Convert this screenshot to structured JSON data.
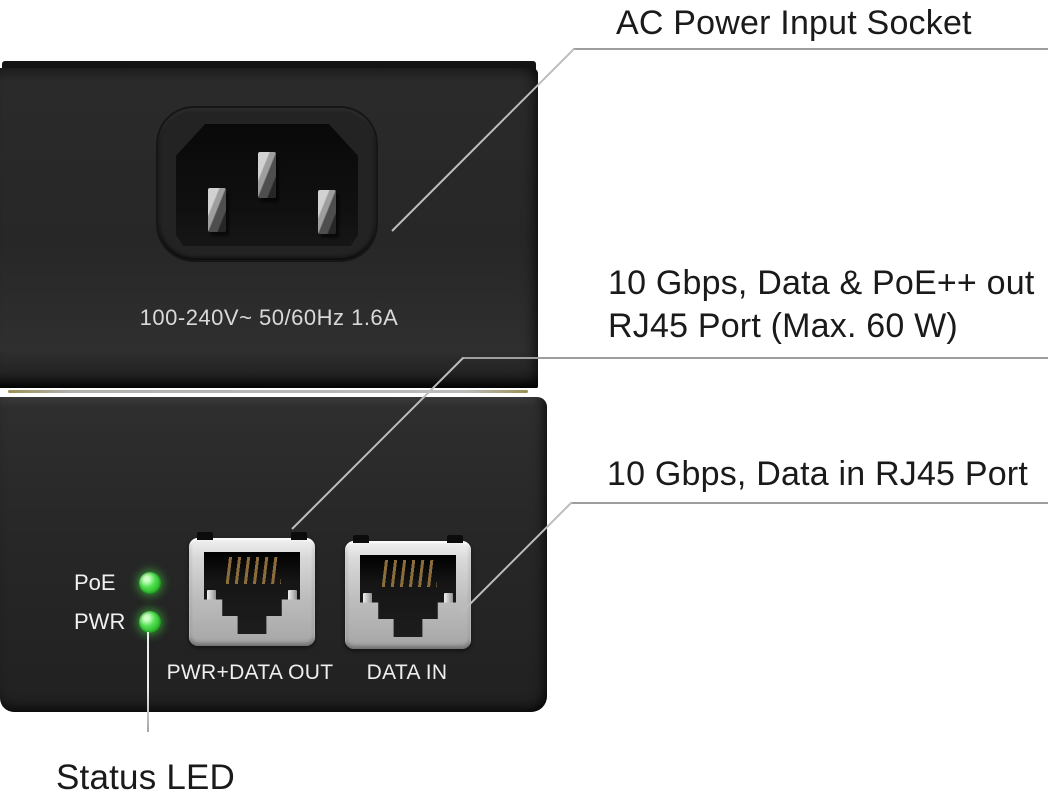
{
  "annotations": {
    "ac_socket": {
      "label": "AC Power Input Socket"
    },
    "poe_out": {
      "line1": "10 Gbps, Data & PoE++ out",
      "line2": "RJ45 Port (Max. 60 W)"
    },
    "data_in": {
      "label": "10 Gbps, Data in RJ45 Port"
    },
    "status_led": {
      "label": "Status LED"
    }
  },
  "device": {
    "power_rating": "100-240V~ 50/60Hz 1.6A",
    "leds": [
      {
        "label": "PoE",
        "color": "#3fd23f",
        "state": "on"
      },
      {
        "label": "PWR",
        "color": "#3fd23f",
        "state": "on"
      }
    ],
    "ports": [
      {
        "label": "PWR+DATA OUT"
      },
      {
        "label": "DATA IN"
      }
    ]
  },
  "colors": {
    "background": "#ffffff",
    "device_body": "#262626",
    "annotation_text": "#1a1a1a",
    "leader_line": "#9e9e9e",
    "device_text": "#e8e8e8",
    "led_green": "#3fd23f",
    "rj45_bezel": "#c8c8c8",
    "seam_highlight": "#968a4c"
  }
}
